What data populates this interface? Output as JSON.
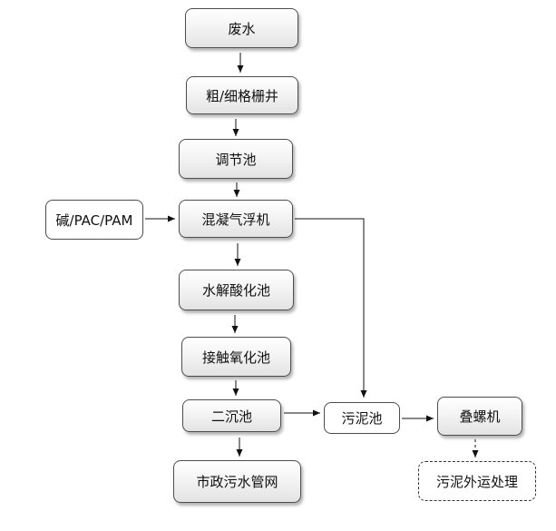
{
  "diagram": {
    "nodes": {
      "wastewater": "废水",
      "screen": "粗/细格栅井",
      "equalize": "调节池",
      "reagent": "碱/PAC/PAM",
      "daf": "混凝气浮机",
      "hydrolysis": "水解酸化池",
      "contact": "接触氧化池",
      "clarifier": "二沉池",
      "sewer": "市政污水管网",
      "sludge": "污泥池",
      "press": "叠螺机",
      "disposal": "污泥外运处理"
    },
    "edges": [
      {
        "from": "wastewater",
        "to": "screen",
        "style": "solid"
      },
      {
        "from": "screen",
        "to": "equalize",
        "style": "solid"
      },
      {
        "from": "equalize",
        "to": "daf",
        "style": "solid"
      },
      {
        "from": "reagent",
        "to": "daf",
        "style": "solid"
      },
      {
        "from": "daf",
        "to": "hydrolysis",
        "style": "solid"
      },
      {
        "from": "hydrolysis",
        "to": "contact",
        "style": "solid"
      },
      {
        "from": "contact",
        "to": "clarifier",
        "style": "solid"
      },
      {
        "from": "clarifier",
        "to": "sewer",
        "style": "solid"
      },
      {
        "from": "daf",
        "to": "sludge",
        "style": "solid"
      },
      {
        "from": "clarifier",
        "to": "sludge",
        "style": "solid"
      },
      {
        "from": "sludge",
        "to": "press",
        "style": "solid"
      },
      {
        "from": "press",
        "to": "disposal",
        "style": "dashed"
      }
    ],
    "colors": {
      "line": "#111111",
      "border": "#4d4d4d"
    }
  }
}
